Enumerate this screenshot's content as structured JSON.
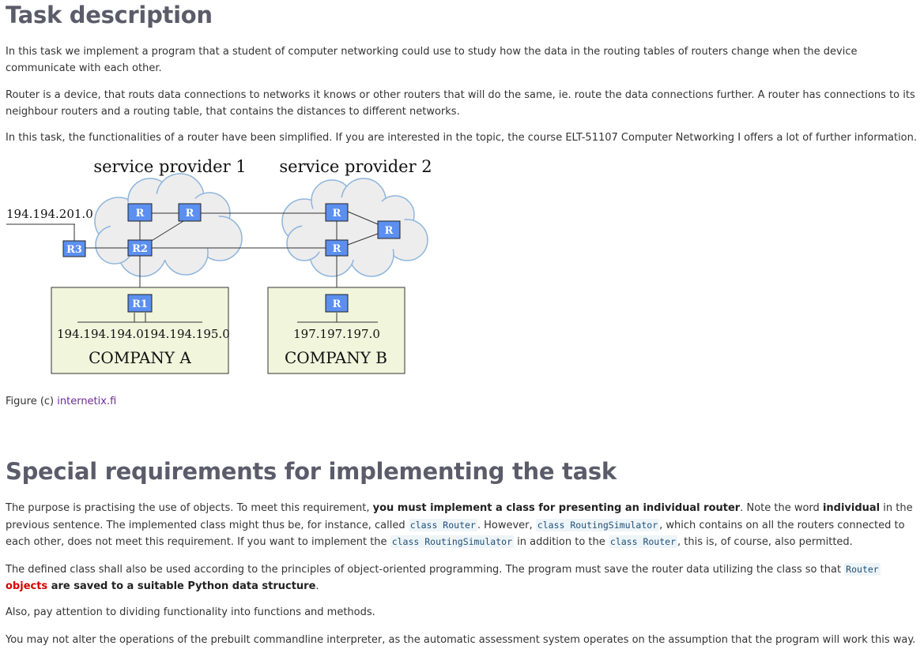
{
  "heading1": "Task description",
  "para1": "In this task we implement a program that a student of computer networking could use to study how the data in the routing tables of routers change when the device communicate with each other.",
  "para2": "Router is a device, that routs data connections to networks it knows or other routers that will do the same, ie. route the data connections further. A router has connections to its neighbour routers and a routing table, that contains the distances to different networks.",
  "para3": "In this task, the functionalities of a router have been simplified. If you are interested in the topic, the course ELT-51107 Computer Networking I offers a lot of further information.",
  "figure": {
    "provider1": "service provider 1",
    "provider2": "service provider 2",
    "net_left": "194.194.201.0",
    "r3": "R3",
    "r2": "R2",
    "r1": "R1",
    "r": "R",
    "net_a1": "194.194.194.0",
    "net_a2": "194.194.195.0",
    "net_b": "197.197.197.0",
    "company_a": "COMPANY A",
    "company_b": "COMPANY B",
    "colors": {
      "router": "#5b8ff0",
      "cloud": "#ededed",
      "cloud_border": "#8fb5dc",
      "company_bg": "#f0f5dc"
    }
  },
  "caption": {
    "prefix": "Figure (c) ",
    "link": "internetix.fi"
  },
  "heading2": "Special requirements for implementing the task",
  "req1": {
    "t1": "The purpose is practising the use of objects. To meet this requirement, ",
    "b1": "you must implement a class for presenting an individual router",
    "t2": ". Note the word ",
    "b2": "individual",
    "t3": " in the previous sentence. The implemented class might thus be, for instance, called ",
    "c1": "class Router",
    "t4": ". However, ",
    "c2": "class RoutingSimulator",
    "t5": ", which contains on all the routers connected to each other, does not meet this requirement. If you want to implement the ",
    "c3": "class RoutingSimulator",
    "t6": " in addition to the ",
    "c4": "class Router",
    "t7": ", this is, of course, also permitted."
  },
  "req2": {
    "t1": "The defined class shall also be used according to the principles of object-oriented programming. The program must save the router data utilizing the class so that ",
    "c1": "Router",
    "r1": " objects",
    "b1": " are saved to a suitable Python data structure",
    "t2": "."
  },
  "req3": "Also, pay attention to dividing functionality into functions and methods.",
  "req4": "You may not alter the operations of the prebuilt commandline interpreter, as the automatic assessment system operates on the assumption that the program will work this way."
}
